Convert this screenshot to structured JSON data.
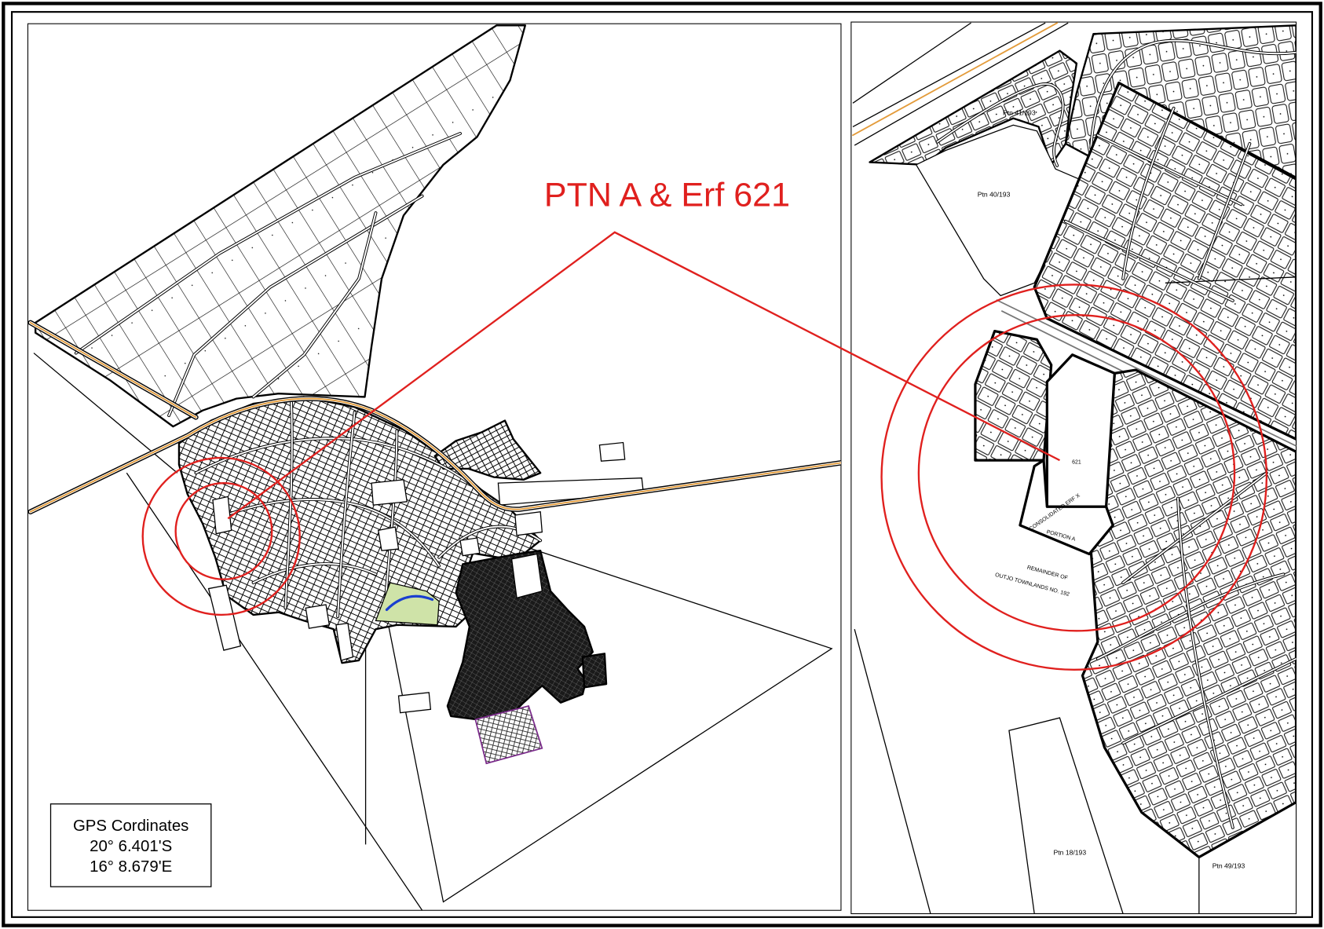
{
  "map": {
    "callout_label": "PTN A & Erf 621",
    "gps": {
      "heading": "GPS Cordinates",
      "latitude": "20° 6.401'S",
      "longitude": "16° 8.679'E"
    },
    "detail_labels": {
      "ptn_41": "Ptn 41/193",
      "ptn_40": "Ptn 40/193",
      "erf": "621",
      "consolidated": "CONSOLIDATED ERF X",
      "portion": "PORTION A",
      "remainder_line1": "REMAINDER OF",
      "remainder_line2": "OUTJO TOWNLANDS NO. 192",
      "ptn_18": "Ptn 18/193",
      "ptn_49": "Ptn 49/193"
    }
  },
  "colors": {
    "highlight": "#e0201e",
    "road_centerline": "#e39b3a",
    "street": "#777777",
    "development_outline": "#7a2a8a",
    "park_fill": "#cfe3a8",
    "water": "#1a3fd0"
  }
}
